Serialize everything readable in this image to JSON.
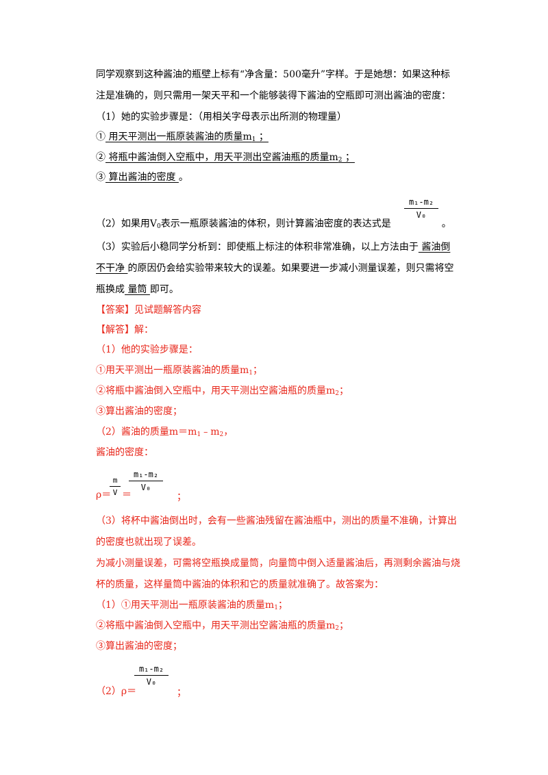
{
  "question": {
    "line1": "同学观察到这种酱油的瓶壁上标有“净含量：500毫升”字样。于是她想：如果这种标",
    "line2": "注是准确的，则只需用一架天平和一个能够装得下酱油的空瓶即可测出酱油的密度：",
    "part1_intro": "（1）她的实验步骤是：（用相关字母表示出所测的物理量）",
    "step1_num": "①",
    "step1_text": "  用天平测出一瓶原装酱油的质量m",
    "step1_sub": "1",
    "step1_end": "  ；",
    "step2_num": "②",
    "step2_text": "  将瓶中酱油倒入空瓶中，用天平测出空酱油瓶的质量m",
    "step2_sub": "2",
    "step2_end": "  ；",
    "step3_num": "③",
    "step3_text": "  算出酱油的密度  ",
    "step3_end": "。",
    "part2_a": "（2）如果用V",
    "part2_sub": "0",
    "part2_b": "表示一瓶原装酱油的体积，则计算酱油密度的表达式是",
    "part2_end": "。",
    "frac_num": "m₁-m₂",
    "frac_den": "V₀",
    "part3_line1": "（3）实验后小稳同学分析到：即使瓶上标注的体积非常准确，以上方法由于",
    "part3_fill1a": "  酱油倒",
    "part3_fill1b": "不干净  ",
    "part3_line2": "的原因仍会给实验带来较大的误差。如果要进一步减小测量误差，则只需将空",
    "part3_line3a": "瓶换成",
    "part3_fill2": "  量筒  ",
    "part3_line3b": "即可。"
  },
  "answer": {
    "tag": "【答案】",
    "text": "见试题解答内容"
  },
  "solution": {
    "tag": "【解答】",
    "intro": "解：",
    "s1": "（1）他的实验步骤是：",
    "s1_1": "①用天平测出一瓶原装酱油的质量m",
    "s1_1_sub": "1",
    "s1_1_end": "；",
    "s1_2": "②将瓶中酱油倒入空瓶中，用天平测出空酱油瓶的质量m",
    "s1_2_sub": "2",
    "s1_2_end": "；",
    "s1_3": "③算出酱油的密度；",
    "s2": "（2）酱油的质量m＝m",
    "s2_sub1": "1",
    "s2_mid": "﹣m",
    "s2_sub2": "2",
    "s2_end": "，",
    "s2_density": "酱油的密度：",
    "rho_prefix": "ρ＝",
    "rho_frac_num": "m",
    "rho_frac_den": "V",
    "rho_eq": "＝",
    "rho_end": "；",
    "s3_line1": "（3）将杯中酱油倒出时，会有一些酱油残留在酱油瓶中，测出的质量不准确，计算出",
    "s3_line2": "的密度也就出现了误差。",
    "s3_line3": "为减小测量误差，可需将空瓶换成量筒，向量筒中倒入适量酱油后，再测剩余酱油与烧",
    "s3_line4": "杯的质量，这样量筒中酱油的体积和它的质量就准确了。故答案为：",
    "f1": "（1）①用天平测出一瓶原装酱油的质量m",
    "f1_sub": "1",
    "f1_end": "；",
    "f2": "②将瓶中酱油倒入空瓶中，用天平测出空酱油瓶的质量m",
    "f2_sub": "2",
    "f2_end": "；",
    "f3": "③算出酱油的密度；",
    "f4_prefix": "（2）ρ＝",
    "f4_end": "；"
  }
}
